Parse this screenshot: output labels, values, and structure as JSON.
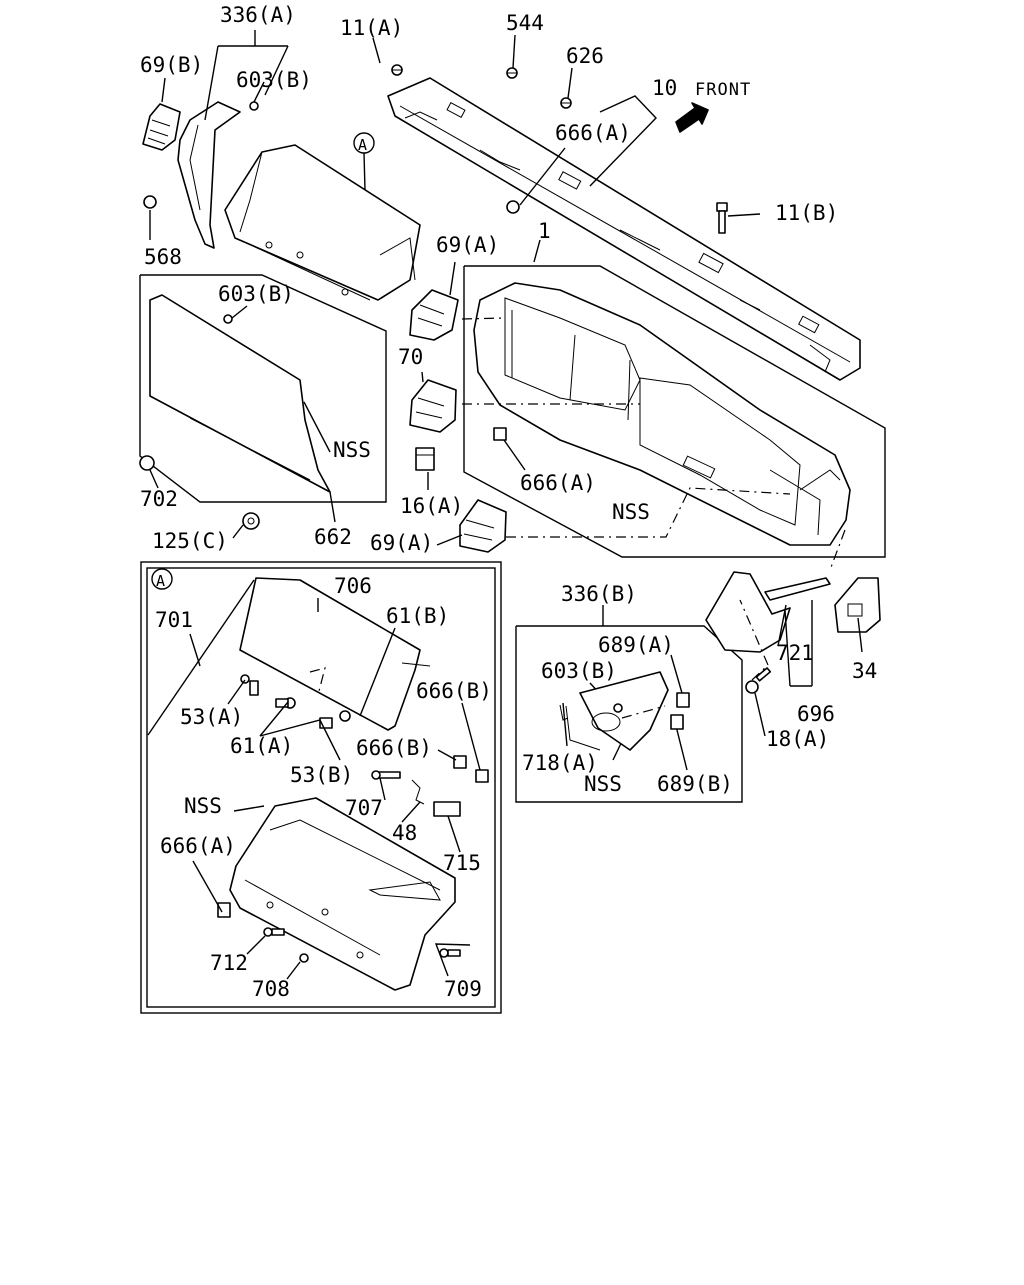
{
  "diagram": {
    "front_label": "FRONT",
    "callout_ref": "A",
    "labels": {
      "p336a": "336(A)",
      "p69b": "69(B)",
      "p603b_top": "603(B)",
      "p11a": "11(A)",
      "p544": "544",
      "p626": "626",
      "p10": "10",
      "p666a_top": "666(A)",
      "p11b": "11(B)",
      "p568": "568",
      "p603b_mid": "603(B)",
      "p1": "1",
      "p69a_upper": "69(A)",
      "p70": "70",
      "p16a": "16(A)",
      "p666a_mid": "666(A)",
      "pnss_panel": "NSS",
      "pnss_dash": "NSS",
      "p702": "702",
      "p125c": "125(C)",
      "p662": "662",
      "p69a_lower": "69(A)",
      "p706": "706",
      "p701": "701",
      "p61b": "61(B)",
      "p53a": "53(A)",
      "p61a": "61(A)",
      "p53b": "53(B)",
      "p666b_1": "666(B)",
      "p666b_2": "666(B)",
      "p707": "707",
      "p48": "48",
      "p715": "715",
      "pnss_box": "NSS",
      "p666a_box": "666(A)",
      "p712": "712",
      "p708": "708",
      "p709": "709",
      "p336b": "336(B)",
      "p689a": "689(A)",
      "p603b_right": "603(B)",
      "p718a": "718(A)",
      "pnss_right": "NSS",
      "p689b": "689(B)",
      "p721": "721",
      "p34": "34",
      "p696": "696",
      "p18a": "18(A)"
    }
  }
}
